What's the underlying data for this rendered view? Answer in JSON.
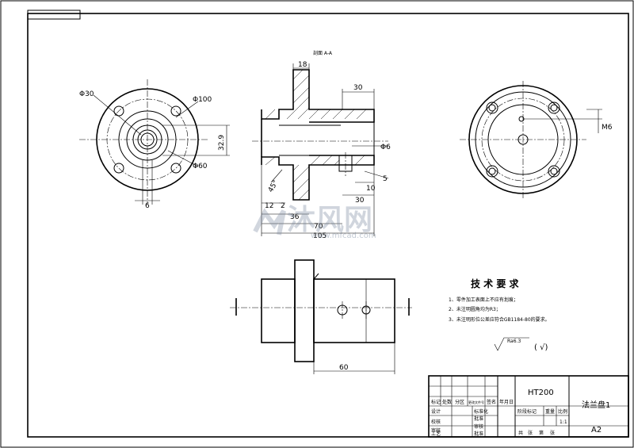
{
  "section_label": "剖面 A-A",
  "front_view": {
    "dims": {
      "d30": "Φ30",
      "d100": "Φ100",
      "d60": "Φ60",
      "h32_9": "32.9",
      "w6": "6"
    }
  },
  "section_view": {
    "dims": {
      "top18": "18",
      "top30": "30",
      "hole6": "Φ6",
      "right5": "5",
      "right10": "10",
      "bottom30": "30",
      "chamfer45": "45°",
      "b12": "12",
      "b2": "2",
      "b36": "36",
      "b70": "70",
      "b105": "105"
    }
  },
  "side_view": {
    "dims": {
      "m6": "M6"
    }
  },
  "bottom_view": {
    "dims": {
      "len60": "60"
    }
  },
  "tech": {
    "title": "技 术 要 求",
    "items": [
      "1、零件加工表面上不应有划痕；",
      "2、未注明圆角均为R3；",
      "3、未注明形位公差应符合GB1184-80的要求。"
    ],
    "roughness_label": "Ra6.3",
    "roughness_paren": "( √)"
  },
  "title_block": {
    "material": "HT200",
    "part_name": "法兰盘1",
    "drawing_size": "A2",
    "row_labels": [
      "标记",
      "处数",
      "分区",
      "更改文件号",
      "签名",
      "年月日"
    ],
    "left_labels": [
      "设计",
      "校核",
      "审核",
      "工艺"
    ],
    "mid_labels": [
      "标准化",
      "批准",
      "审核",
      "批准"
    ],
    "stage_labels": [
      "阶段标记",
      "重量",
      "比例"
    ],
    "scale_value": "1:1",
    "sheet_labels": [
      "共",
      "张",
      "第",
      "张"
    ]
  },
  "watermark": {
    "text": "沐风网",
    "url": "www.mfcad.com"
  }
}
